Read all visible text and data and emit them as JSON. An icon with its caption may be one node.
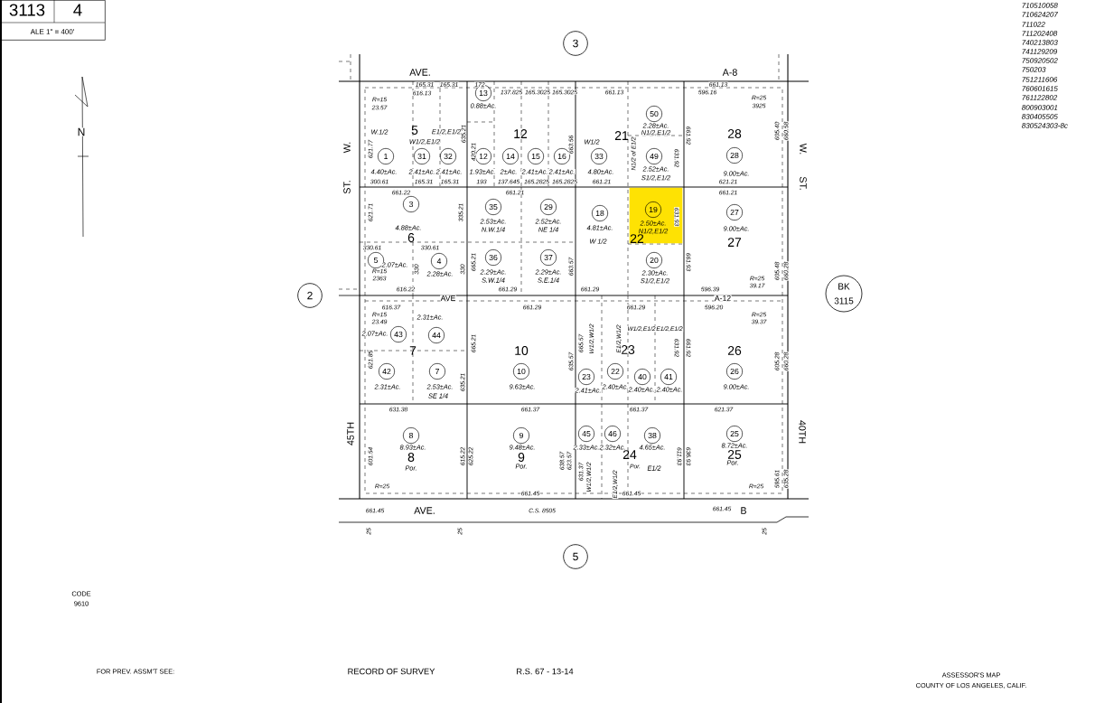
{
  "diagram": {
    "nodes": [
      {
        "text": [
          "3113",
          "4",
          "ALE 1\" = 400'"
        ]
      },
      {
        "text": [
          "3"
        ]
      },
      {
        "text": [
          "2"
        ]
      },
      {
        "text": [
          "BK 3115"
        ]
      },
      {
        "text": [
          "5"
        ]
      },
      {
        "text": [
          "1"
        ],
        "beside": [
          "W.1/2",
          "4.40±Ac."
        ]
      },
      {
        "text": [
          "31"
        ],
        "beside": [
          "W1/2,E1/2",
          "2.41±Ac."
        ]
      },
      {
        "text": [
          "32"
        ],
        "beside": [
          "E1/2,E1/2",
          "2.41±Ac."
        ]
      },
      {
        "text": [
          "13"
        ],
        "beside": [
          "0.88±Ac."
        ]
      },
      {
        "text": [
          "12"
        ],
        "beside": [
          "1.93±Ac."
        ]
      },
      {
        "text": [
          "14"
        ],
        "beside": [
          "2±Ac."
        ]
      },
      {
        "text": [
          "15"
        ],
        "beside": [
          "2.41±Ac."
        ]
      },
      {
        "text": [
          "16"
        ],
        "beside": [
          "2.41±Ac."
        ]
      },
      {
        "text": [
          "33"
        ],
        "beside": [
          "W1/2",
          "4.80±Ac."
        ]
      },
      {
        "text": [
          "50"
        ],
        "beside": [
          "2.28±Ac.",
          "N1/2,E1/2"
        ]
      },
      {
        "text": [
          "49"
        ],
        "beside": [
          "2.52±Ac.",
          "S1/2,E1/2"
        ]
      },
      {
        "text": [
          "28"
        ],
        "beside": [
          "9.00±Ac."
        ]
      },
      {
        "text": [
          "3"
        ],
        "beside": [
          "4.88±Ac."
        ]
      },
      {
        "text": [
          "35"
        ],
        "beside": [
          "2.53±Ac.",
          "N.W.1/4"
        ]
      },
      {
        "text": [
          "29"
        ],
        "beside": [
          "2.52±Ac.",
          "NE 1/4"
        ]
      },
      {
        "text": [
          "18"
        ],
        "beside": [
          "4.81±Ac.",
          "W 1/2"
        ]
      },
      {
        "text": [
          "2.50±Ac.",
          "N1/2,E1/2"
        ]
      },
      {
        "text": [
          "19"
        ],
        "in": 21
      },
      {
        "text": [
          "27"
        ],
        "beside": [
          "9.00±Ac."
        ]
      },
      {
        "text": [
          "5"
        ],
        "beside": [
          "2.07±Ac."
        ]
      },
      {
        "text": [
          "4"
        ],
        "beside": [
          "2.28±Ac."
        ]
      },
      {
        "text": [
          "36"
        ],
        "beside": [
          "2.29±Ac.",
          "S.W.1/4"
        ]
      },
      {
        "text": [
          "37"
        ],
        "beside": [
          "2.29±Ac.",
          "S.E.1/4"
        ]
      },
      {
        "text": [
          "20"
        ],
        "beside": [
          "2.30±Ac.",
          "S1/2,E1/2"
        ]
      },
      {
        "text": [
          "43"
        ],
        "beside": [
          "2.07±Ac."
        ]
      },
      {
        "text": [
          "44"
        ],
        "beside": [
          "2.31±Ac."
        ]
      },
      {
        "text": [
          "42"
        ],
        "beside": [
          "2.31±Ac."
        ]
      },
      {
        "text": [
          "7"
        ],
        "beside": [
          "2.53±Ac.",
          "SE 1/4"
        ]
      },
      {
        "text": [
          "10"
        ],
        "beside": [
          "9.63±Ac."
        ]
      },
      {
        "text": [
          "23"
        ],
        "beside": [
          "2.41±Ac."
        ]
      },
      {
        "text": [
          "22"
        ],
        "beside": [
          "2.40±Ac."
        ]
      },
      {
        "text": [
          "40"
        ],
        "beside": [
          "2.40±Ac."
        ]
      },
      {
        "text": [
          "41"
        ],
        "beside": [
          "2.40±Ac."
        ]
      },
      {
        "text": [
          "26"
        ],
        "beside": [
          "9.00±Ac."
        ]
      },
      {
        "text": [
          "8"
        ],
        "beside": [
          "8.93±Ac.",
          "Por."
        ]
      },
      {
        "text": [
          "9"
        ],
        "beside": [
          "9.48±Ac.",
          "Por."
        ]
      },
      {
        "text": [
          "45"
        ],
        "beside": [
          "2.33±Ac."
        ]
      },
      {
        "text": [
          "46"
        ],
        "beside": [
          "2.32±Ac."
        ]
      },
      {
        "text": [
          "38"
        ],
        "beside": [
          "4.65±Ac.",
          "E1/2"
        ]
      },
      {
        "text": [
          "25"
        ],
        "beside": [
          "8.72±Ac.",
          "Por."
        ]
      }
    ],
    "labels": [
      "710510058",
      "710624207",
      "711022",
      "711202408",
      "740213803",
      "741129209",
      "750920502",
      "750203",
      "751211606",
      "760601615",
      "761122802",
      "800903001",
      "830405505",
      "830524303-8c",
      "N",
      "AVE.",
      "A-8",
      "W.",
      "ST.",
      "W.",
      "ST.",
      "5",
      "12",
      "21",
      "28",
      "165.31",
      "165.31",
      "616.13",
      "172",
      "137.825",
      "165.3025",
      "165.3025",
      "661.13",
      "661.13",
      "596.16",
      "R=15",
      "23.57",
      "R=25",
      "3925",
      "621.77",
      "635.21",
      "420.21",
      "663.56",
      "661.92",
      "631.92",
      "605.40",
      "660.58",
      "N1/2 of E1/2",
      "300.61",
      "165.31",
      "165.31",
      "193",
      "137.645",
      "165.2825",
      "165.2825",
      "661.21",
      "621.21",
      "661.22",
      "661.21",
      "661.21",
      "6",
      "22",
      "27",
      "621.71",
      "335.21",
      "665.21",
      "663.57",
      "631.93",
      "661.93",
      "605.48",
      "660.28",
      "330.61",
      "330.61",
      "330",
      "330",
      "R=15",
      "2363",
      "R=25",
      "39.17",
      "616.22",
      "661.29",
      "661.29",
      "596.39",
      "AVE",
      "A-12",
      "616.37",
      "661.29",
      "661.29",
      "596.20",
      "R=15",
      "23.49",
      "R=25",
      "39.37",
      "7",
      "10",
      "23",
      "26",
      "W1/2,W1/2",
      "E1/2,W1/2",
      "W1/2,E1/2",
      "E1/2,E1/2",
      "621.85",
      "665.21",
      "635.21",
      "635.57",
      "665.57",
      "631.92",
      "661.92",
      "605.28",
      "660.28",
      "631.38",
      "661.37",
      "661.37",
      "621.37",
      "45TH",
      "40TH",
      "8",
      "9",
      "24",
      "25",
      "Por.",
      "W1/2,W1/2",
      "E1/2,W1/2",
      "601.54",
      "615.22",
      "625.22",
      "638.57",
      "623.57",
      "631.37",
      "611.93",
      "636.93",
      "595.61",
      "635.28",
      "R=25",
      "R=25",
      "661.45",
      "661.45",
      "661.45",
      "AVE.",
      "C.S. 8505",
      "661.45",
      "B",
      "25",
      "25",
      "25",
      "CODE",
      "9610",
      "FOR PREV. ASSM'T SEE:",
      "RECORD OF SURVEY",
      "R.S. 67 - 13-14",
      "ASSESSOR'S MAP",
      "COUNTY OF LOS ANGELES, CALIF."
    ]
  }
}
